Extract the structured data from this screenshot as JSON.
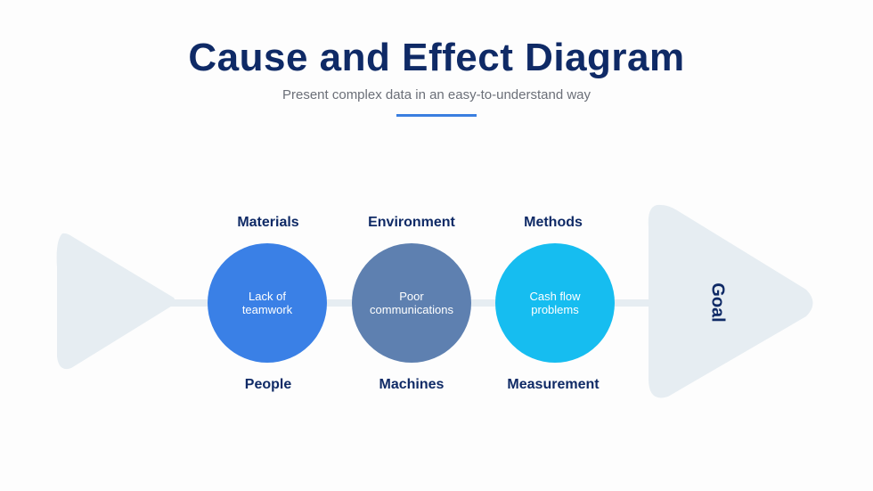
{
  "header": {
    "title": "Cause and Effect Diagram",
    "subtitle": "Present complex data in an easy-to-understand way"
  },
  "diagram": {
    "goal": "Goal",
    "causes": [
      {
        "top_label": "Materials",
        "bottom_label": "People",
        "text": "Lack of teamwork",
        "color": "#3a80e6"
      },
      {
        "top_label": "Environment",
        "bottom_label": "Machines",
        "text": "Poor communications",
        "color": "#5e80b0"
      },
      {
        "top_label": "Methods",
        "bottom_label": "Measurement",
        "text": "Cash flow problems",
        "color": "#16bdf0"
      }
    ],
    "colors": {
      "fish": "#e6edf2",
      "title": "#0f2a66",
      "accent": "#3a7fe0"
    }
  }
}
